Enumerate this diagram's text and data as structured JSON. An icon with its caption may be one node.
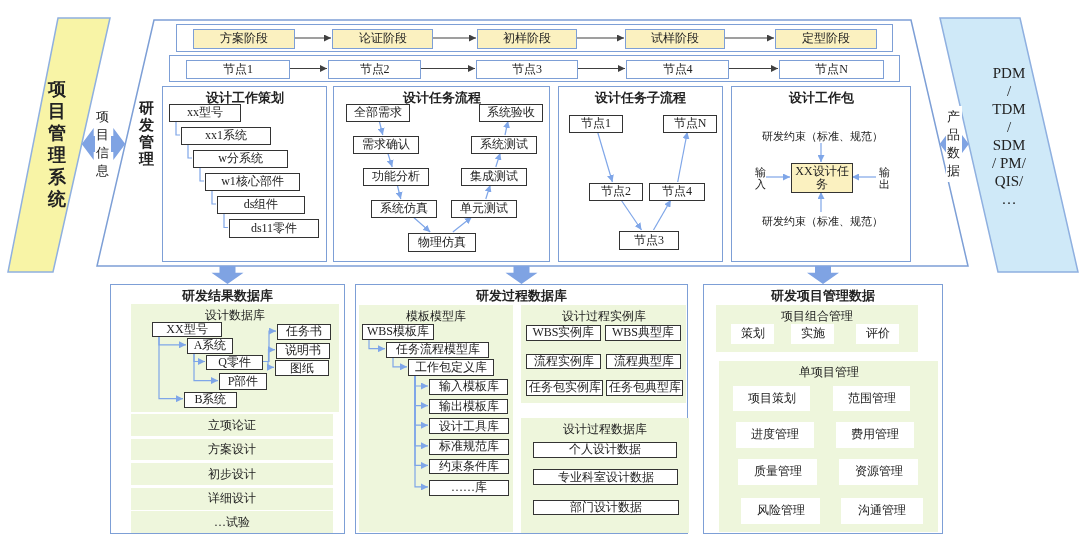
{
  "diagram": {
    "nodes": [
      {
        "text": [
          "项目管理系统"
        ]
      },
      {
        "text": [
          "PDM / TDM / SDM / PM/ QIS/ …"
        ]
      },
      {
        "text": [
          "研发管理"
        ]
      },
      {
        "text": [],
        "shape": "box",
        "in": 2
      },
      {
        "text": [
          "方案阶段"
        ],
        "in": 3
      },
      {
        "text": [
          "论证阶段"
        ],
        "in": 3
      },
      {
        "text": [
          "初样阶段"
        ],
        "in": 3
      },
      {
        "text": [
          "试样阶段"
        ],
        "in": 3
      },
      {
        "text": [
          "定型阶段"
        ],
        "in": 3
      },
      {
        "text": [],
        "shape": "box",
        "in": 2
      },
      {
        "text": [
          "节点1"
        ],
        "in": 9
      },
      {
        "text": [
          "节点2"
        ],
        "in": 9
      },
      {
        "text": [
          "节点3"
        ],
        "in": 9
      },
      {
        "text": [
          "节点4"
        ],
        "in": 9
      },
      {
        "text": [
          "节点N"
        ],
        "in": 9
      },
      {
        "text": [
          "设计工作策划"
        ],
        "in": 2
      },
      {
        "text": [
          "xx型号"
        ],
        "in": 15
      },
      {
        "text": [
          "xx1系统"
        ],
        "in": 15
      },
      {
        "text": [
          "w分系统"
        ],
        "in": 15
      },
      {
        "text": [
          "w1核心部件"
        ],
        "in": 15
      },
      {
        "text": [
          "ds组件"
        ],
        "in": 15
      },
      {
        "text": [
          "ds11零件"
        ],
        "in": 15
      },
      {
        "text": [
          "设计任务流程"
        ],
        "in": 2
      },
      {
        "text": [
          "全部需求"
        ],
        "in": 22
      },
      {
        "text": [
          "需求确认"
        ],
        "in": 22
      },
      {
        "text": [
          "功能分析"
        ],
        "in": 22
      },
      {
        "text": [
          "系统仿真"
        ],
        "in": 22
      },
      {
        "text": [
          "物理仿真"
        ],
        "in": 22
      },
      {
        "text": [
          "单元测试"
        ],
        "in": 22
      },
      {
        "text": [
          "集成测试"
        ],
        "in": 22
      },
      {
        "text": [
          "系统测试"
        ],
        "in": 22
      },
      {
        "text": [
          "系统验收"
        ],
        "in": 22
      },
      {
        "text": [
          "设计任务子流程"
        ],
        "in": 2
      },
      {
        "text": [
          "节点1"
        ],
        "in": 32
      },
      {
        "text": [
          "节点2"
        ],
        "in": 32
      },
      {
        "text": [
          "节点3"
        ],
        "in": 32
      },
      {
        "text": [
          "节点4"
        ],
        "in": 32
      },
      {
        "text": [
          "节点N"
        ],
        "in": 32
      },
      {
        "text": [
          "设计工作包"
        ],
        "in": 2
      },
      {
        "text": [
          "XX设计任务"
        ],
        "in": 38
      },
      {
        "text": [
          "研发约束（标准、规范）"
        ],
        "in": 38
      },
      {
        "text": [
          "输入"
        ],
        "in": 38
      },
      {
        "text": [
          "输出"
        ],
        "in": 38
      },
      {
        "text": [
          "研发约束（标准、规范）"
        ],
        "in": 38
      },
      {
        "text": [
          "研发结果数据库"
        ]
      },
      {
        "text": [
          "设计数据库"
        ],
        "in": 44
      },
      {
        "text": [
          "XX型号"
        ],
        "in": 45
      },
      {
        "text": [
          "A系统"
        ],
        "in": 45
      },
      {
        "text": [
          "Q零件"
        ],
        "in": 45
      },
      {
        "text": [
          "P部件"
        ],
        "in": 45
      },
      {
        "text": [
          "B系统"
        ],
        "in": 45
      },
      {
        "text": [
          "任务书"
        ],
        "in": 45
      },
      {
        "text": [
          "说明书"
        ],
        "in": 45
      },
      {
        "text": [
          "图纸"
        ],
        "in": 45
      },
      {
        "text": [
          "立项论证"
        ],
        "in": 44
      },
      {
        "text": [
          "方案设计"
        ],
        "in": 44
      },
      {
        "text": [
          "初步设计"
        ],
        "in": 44
      },
      {
        "text": [
          "详细设计"
        ],
        "in": 44
      },
      {
        "text": [
          "…试验"
        ],
        "in": 44
      },
      {
        "text": [
          "研发过程数据库"
        ]
      },
      {
        "text": [
          "模板模型库"
        ],
        "in": 59
      },
      {
        "text": [
          "WBS模板库"
        ],
        "in": 60
      },
      {
        "text": [
          "任务流程模型库"
        ],
        "in": 60
      },
      {
        "text": [
          "工作包定义库"
        ],
        "in": 60
      },
      {
        "text": [
          "输入模板库"
        ],
        "in": 60
      },
      {
        "text": [
          "输出模板库"
        ],
        "in": 60
      },
      {
        "text": [
          "设计工具库"
        ],
        "in": 60
      },
      {
        "text": [
          "标准规范库"
        ],
        "in": 60
      },
      {
        "text": [
          "约束条件库"
        ],
        "in": 60
      },
      {
        "text": [
          "……库"
        ],
        "in": 60
      },
      {
        "text": [
          "设计过程实例库"
        ],
        "in": 59
      },
      {
        "text": [
          "WBS实例库"
        ],
        "in": 70
      },
      {
        "text": [
          "WBS典型库"
        ],
        "in": 70
      },
      {
        "text": [
          "流程实例库"
        ],
        "in": 70
      },
      {
        "text": [
          "流程典型库"
        ],
        "in": 70
      },
      {
        "text": [
          "任务包实例库"
        ],
        "in": 70
      },
      {
        "text": [
          "任务包典型库"
        ],
        "in": 70
      },
      {
        "text": [
          "设计过程数据库"
        ],
        "in": 59
      },
      {
        "text": [
          "个人设计数据"
        ],
        "in": 77
      },
      {
        "text": [
          "专业科室设计数据"
        ],
        "in": 77
      },
      {
        "text": [
          "部门设计数据"
        ],
        "in": 77
      },
      {
        "text": [
          "研发项目管理数据"
        ]
      },
      {
        "text": [
          "项目组合管理"
        ],
        "in": 81
      },
      {
        "text": [
          "策划"
        ],
        "in": 82
      },
      {
        "text": [
          "实施"
        ],
        "in": 82
      },
      {
        "text": [
          "评价"
        ],
        "in": 82
      },
      {
        "text": [
          "单项目管理"
        ],
        "in": 81
      },
      {
        "text": [
          "项目策划"
        ],
        "in": 86
      },
      {
        "text": [
          "范围管理"
        ],
        "in": 86
      },
      {
        "text": [
          "进度管理"
        ],
        "in": 86
      },
      {
        "text": [
          "费用管理"
        ],
        "in": 86
      },
      {
        "text": [
          "质量管理"
        ],
        "in": 86
      },
      {
        "text": [
          "资源管理"
        ],
        "in": 86
      },
      {
        "text": [
          "风险管理"
        ],
        "in": 86
      },
      {
        "text": [
          "沟通管理"
        ],
        "in": 86
      }
    ],
    "edges": [
      {
        "from": 0,
        "to": 2,
        "arrow": "both",
        "label": "项目信息",
        "style": "thick"
      },
      {
        "from": 2,
        "to": 1,
        "arrow": "both",
        "label": "产品数据",
        "style": "thick"
      },
      {
        "from": 4,
        "to": 5,
        "arrow": "to",
        "color": "#404040"
      },
      {
        "from": 5,
        "to": 6,
        "arrow": "to",
        "color": "#404040"
      },
      {
        "from": 6,
        "to": 7,
        "arrow": "to",
        "color": "#404040"
      },
      {
        "from": 7,
        "to": 8,
        "arrow": "to",
        "color": "#404040"
      },
      {
        "from": 10,
        "to": 11,
        "arrow": "to",
        "color": "#404040"
      },
      {
        "from": 11,
        "to": 12,
        "arrow": "to",
        "color": "#404040"
      },
      {
        "from": 12,
        "to": 13,
        "arrow": "to",
        "color": "#404040"
      },
      {
        "from": 13,
        "to": 14,
        "arrow": "to",
        "color": "#404040"
      },
      {
        "from": 16,
        "to": 17,
        "arrow": "none"
      },
      {
        "from": 17,
        "to": 18,
        "arrow": "none"
      },
      {
        "from": 18,
        "to": 19,
        "arrow": "none"
      },
      {
        "from": 19,
        "to": 20,
        "arrow": "none"
      },
      {
        "from": 20,
        "to": 21,
        "arrow": "none"
      },
      {
        "from": 23,
        "to": 24,
        "arrow": "to"
      },
      {
        "from": 24,
        "to": 25,
        "arrow": "to"
      },
      {
        "from": 25,
        "to": 26,
        "arrow": "to"
      },
      {
        "from": 26,
        "to": 27,
        "arrow": "to"
      },
      {
        "from": 27,
        "to": 28,
        "arrow": "to"
      },
      {
        "from": 28,
        "to": 29,
        "arrow": "to"
      },
      {
        "from": 29,
        "to": 30,
        "arrow": "to"
      },
      {
        "from": 30,
        "to": 31,
        "arrow": "to"
      },
      {
        "from": 33,
        "to": 34,
        "arrow": "to"
      },
      {
        "from": 34,
        "to": 35,
        "arrow": "to"
      },
      {
        "from": 35,
        "to": 36,
        "arrow": "to"
      },
      {
        "from": 36,
        "to": 37,
        "arrow": "to"
      },
      {
        "from": 40,
        "to": 39,
        "arrow": "to"
      },
      {
        "from": 41,
        "to": 39,
        "arrow": "to"
      },
      {
        "from": 42,
        "to": 39,
        "arrow": "to"
      },
      {
        "from": 43,
        "to": 39,
        "arrow": "to"
      },
      {
        "from": 2,
        "to": 44,
        "arrow": "to",
        "style": "thick"
      },
      {
        "from": 2,
        "to": 59,
        "arrow": "to",
        "style": "thick"
      },
      {
        "from": 2,
        "to": 81,
        "arrow": "to",
        "style": "thick"
      },
      {
        "from": 46,
        "to": 47,
        "arrow": "to"
      },
      {
        "from": 46,
        "to": 50,
        "arrow": "to"
      },
      {
        "from": 47,
        "to": 48,
        "arrow": "to"
      },
      {
        "from": 47,
        "to": 49,
        "arrow": "to"
      },
      {
        "from": 48,
        "to": 51,
        "arrow": "to"
      },
      {
        "from": 48,
        "to": 52,
        "arrow": "to"
      },
      {
        "from": 48,
        "to": 53,
        "arrow": "to"
      },
      {
        "from": 61,
        "to": 62,
        "arrow": "to"
      },
      {
        "from": 62,
        "to": 63,
        "arrow": "to"
      },
      {
        "from": 63,
        "to": 64,
        "arrow": "to"
      },
      {
        "from": 63,
        "to": 65,
        "arrow": "to"
      },
      {
        "from": 63,
        "to": 66,
        "arrow": "to"
      },
      {
        "from": 63,
        "to": 67,
        "arrow": "to"
      },
      {
        "from": 63,
        "to": 68,
        "arrow": "to"
      },
      {
        "from": 63,
        "to": 69,
        "arrow": "to"
      }
    ]
  }
}
